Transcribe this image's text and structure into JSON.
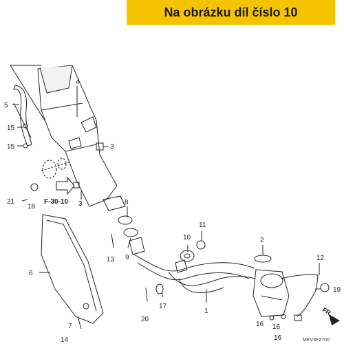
{
  "banner": {
    "text": "Na obrázku díl číslo 10",
    "color": "#f5c400"
  },
  "diagram": {
    "part_numbers": [
      "1",
      "2",
      "3",
      "4",
      "5",
      "6",
      "7",
      "8",
      "9",
      "10",
      "11",
      "12",
      "13",
      "14",
      "15",
      "16",
      "17",
      "18",
      "19",
      "20",
      "21"
    ],
    "reference": "F-30-10",
    "direction": "FR.",
    "code": "MKV3F2700"
  },
  "labels": {
    "p1": "1",
    "p2": "2",
    "p3a": "3",
    "p3b": "3",
    "p4": "4",
    "p5": "5",
    "p6": "6",
    "p7": "7",
    "p8": "8",
    "p9": "9",
    "p10": "10",
    "p11": "11",
    "p12": "12",
    "p13": "13",
    "p14": "14",
    "p15a": "15",
    "p15b": "15",
    "p16a": "16",
    "p16b": "16",
    "p16c": "16",
    "p17": "17",
    "p18": "18",
    "p19": "19",
    "p20": "20",
    "p21": "21"
  }
}
